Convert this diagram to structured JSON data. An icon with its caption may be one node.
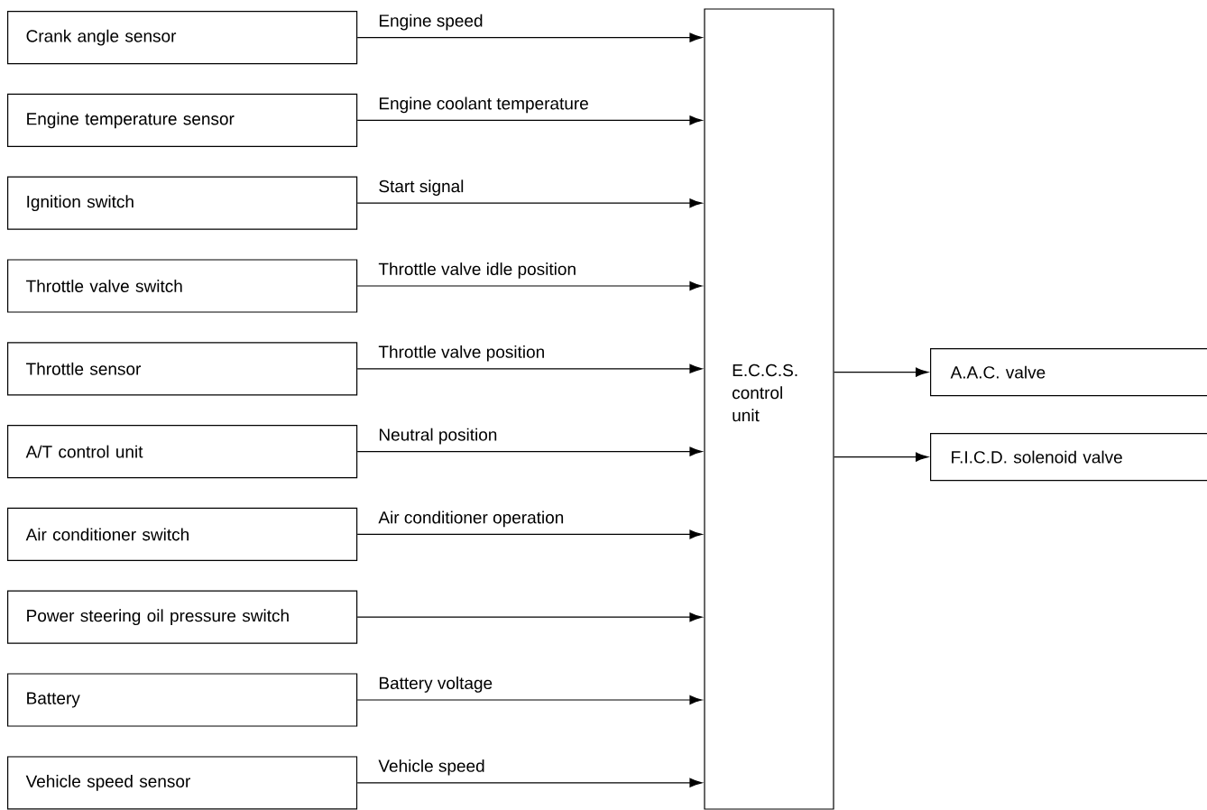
{
  "diagram": {
    "nodes": [
      {
        "text": [
          "Crank angle sensor"
        ]
      },
      {
        "text": [
          "Engine temperature sensor"
        ]
      },
      {
        "text": [
          "Ignition switch"
        ]
      },
      {
        "text": [
          "Throttle valve switch"
        ]
      },
      {
        "text": [
          "Throttle sensor"
        ]
      },
      {
        "text": [
          "A/T control unit"
        ]
      },
      {
        "text": [
          "Air conditioner switch"
        ]
      },
      {
        "text": [
          "Power steering oil pressure switch"
        ]
      },
      {
        "text": [
          "Battery"
        ]
      },
      {
        "text": [
          "Vehicle speed sensor"
        ]
      },
      {
        "text": [
          "E.C.C.S. control unit"
        ]
      },
      {
        "text": [
          "A.A.C. valve"
        ]
      },
      {
        "text": [
          "F.I.C.D. solenoid valve"
        ]
      }
    ],
    "edges": [
      {
        "from": 0,
        "to": 10,
        "arrow": "to",
        "label": "Engine speed"
      },
      {
        "from": 1,
        "to": 10,
        "arrow": "to",
        "label": "Engine coolant temperature"
      },
      {
        "from": 2,
        "to": 10,
        "arrow": "to",
        "label": "Start signal"
      },
      {
        "from": 3,
        "to": 10,
        "arrow": "to",
        "label": "Throttle valve idle position"
      },
      {
        "from": 4,
        "to": 10,
        "arrow": "to",
        "label": "Throttle valve position"
      },
      {
        "from": 5,
        "to": 10,
        "arrow": "to",
        "label": "Neutral position"
      },
      {
        "from": 6,
        "to": 10,
        "arrow": "to",
        "label": "Air conditioner operation"
      },
      {
        "from": 7,
        "to": 10,
        "arrow": "to"
      },
      {
        "from": 8,
        "to": 10,
        "arrow": "to",
        "label": "Battery voltage"
      },
      {
        "from": 9,
        "to": 10,
        "arrow": "to",
        "label": "Vehicle speed"
      },
      {
        "from": 10,
        "to": 11,
        "arrow": "to"
      },
      {
        "from": 10,
        "to": 12,
        "arrow": "to"
      }
    ]
  }
}
